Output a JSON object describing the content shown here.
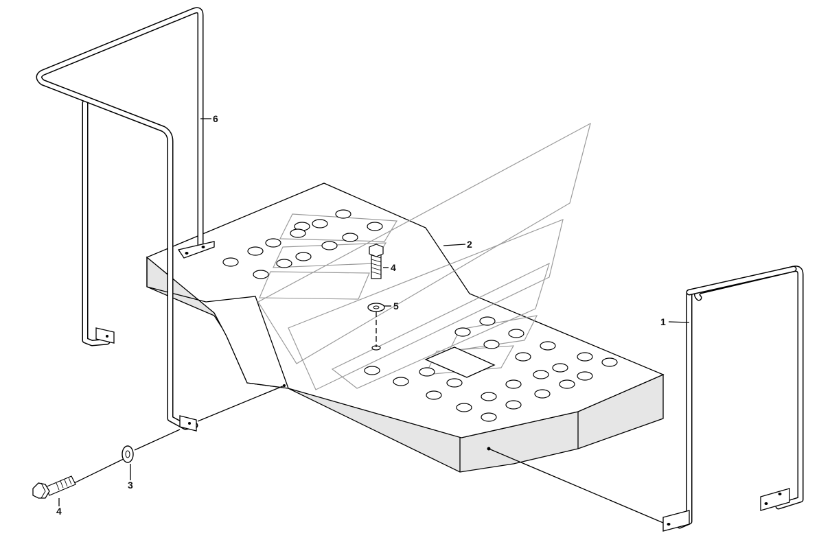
{
  "callouts": {
    "part1": "1",
    "part2": "2",
    "part3": "3",
    "part4_top": "4",
    "part4_bottom": "4",
    "part5": "5",
    "part6": "6"
  },
  "colors": {
    "platform_top": "#ffffff",
    "platform_side": "#e6e6e6",
    "lines": "#000000",
    "hidden_lines": "#9a9a9a"
  },
  "icons": [
    "bolt",
    "washer",
    "handrail",
    "platform-step"
  ]
}
